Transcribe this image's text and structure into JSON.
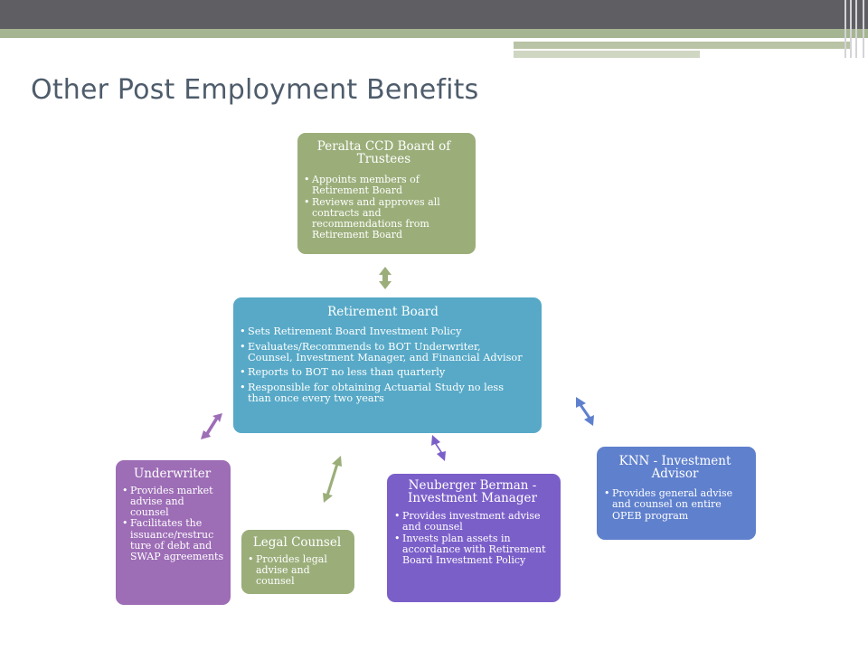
{
  "title": "Other Post Employment Benefits",
  "colors": {
    "board": "#9bae7a",
    "retirement": "#57a9c7",
    "underwriter": "#9d6db6",
    "legal": "#9bae7a",
    "neuberger": "#7b5fc9",
    "knn": "#5f80cd"
  },
  "nodes": {
    "board": {
      "title": "Peralta CCD Board of Trustees",
      "bullets": [
        "Appoints members of Retirement Board",
        "Reviews and approves all contracts and recommendations from Retirement Board"
      ]
    },
    "retirement": {
      "title": "Retirement Board",
      "bullets": [
        "Sets Retirement Board Investment Policy",
        "Evaluates/Recommends to BOT Underwriter, Counsel, Investment Manager, and Financial Advisor",
        "Reports to BOT no less than quarterly",
        "Responsible for obtaining Actuarial Study no less than once every two years"
      ]
    },
    "underwriter": {
      "title": "Underwriter",
      "bullets": [
        "Provides market advise and counsel",
        "Facilitates the issuance/restruc ture of debt and SWAP agreements"
      ]
    },
    "legal": {
      "title": "Legal Counsel",
      "bullets": [
        "Provides legal advise and counsel"
      ]
    },
    "neuberger": {
      "title": "Neuberger Berman - Investment Manager",
      "bullets": [
        "Provides investment advise and counsel",
        "Invests plan assets in accordance with Retirement Board Investment Policy"
      ]
    },
    "knn": {
      "title": "KNN - Investment Advisor",
      "bullets": [
        "Provides general advise and counsel on entire OPEB program"
      ]
    }
  }
}
